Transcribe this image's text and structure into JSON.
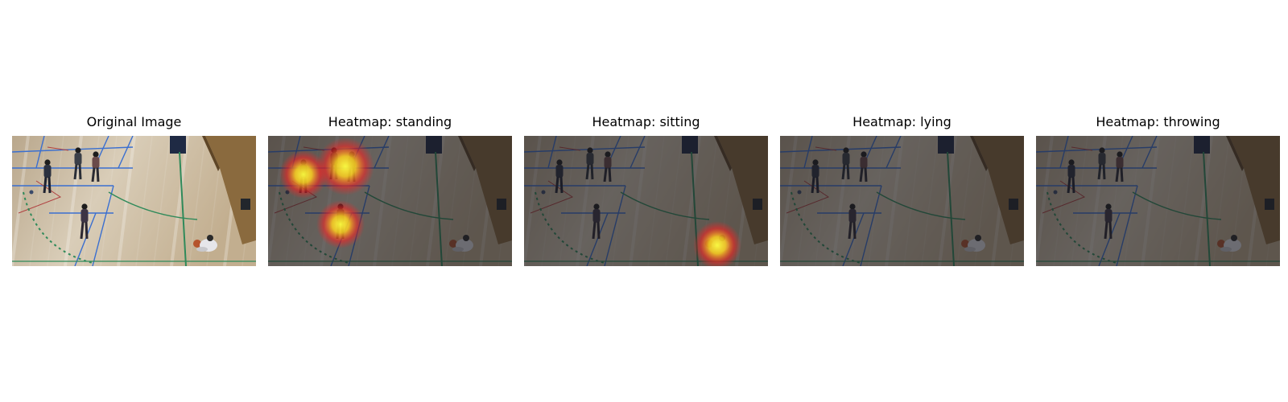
{
  "figure": {
    "panels": [
      {
        "title": "Original Image",
        "dimmed": false,
        "heat_spots": []
      },
      {
        "title": "Heatmap: standing",
        "dimmed": true,
        "heat_spots": [
          "person-standing-left",
          "person-standing-pair",
          "person-standing-center"
        ]
      },
      {
        "title": "Heatmap: sitting",
        "dimmed": true,
        "heat_spots": [
          "person-sitting-bottom-right"
        ]
      },
      {
        "title": "Heatmap: lying",
        "dimmed": true,
        "heat_spots": []
      },
      {
        "title": "Heatmap: throwing",
        "dimmed": true,
        "heat_spots": []
      }
    ],
    "colors": {
      "floor": "#c9b79a",
      "court_line_blue": "#3a6fd0",
      "court_line_green": "#2f8a5a",
      "court_line_red": "#b04040",
      "wall": "#8a6a3e",
      "heat_core": "#ffff40",
      "heat_edge": "#ff2020"
    }
  }
}
